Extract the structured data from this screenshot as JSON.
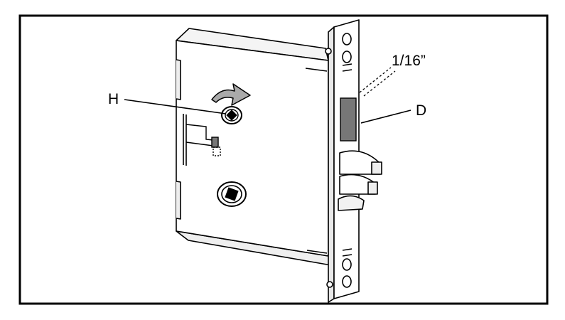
{
  "callouts": {
    "h_label": "H",
    "d_label": "D",
    "dimension_label": "1/16”"
  },
  "colors": {
    "line": "#000000",
    "background": "#ffffff",
    "strike_block": "#777777",
    "shadow": "#bbbbbb"
  }
}
